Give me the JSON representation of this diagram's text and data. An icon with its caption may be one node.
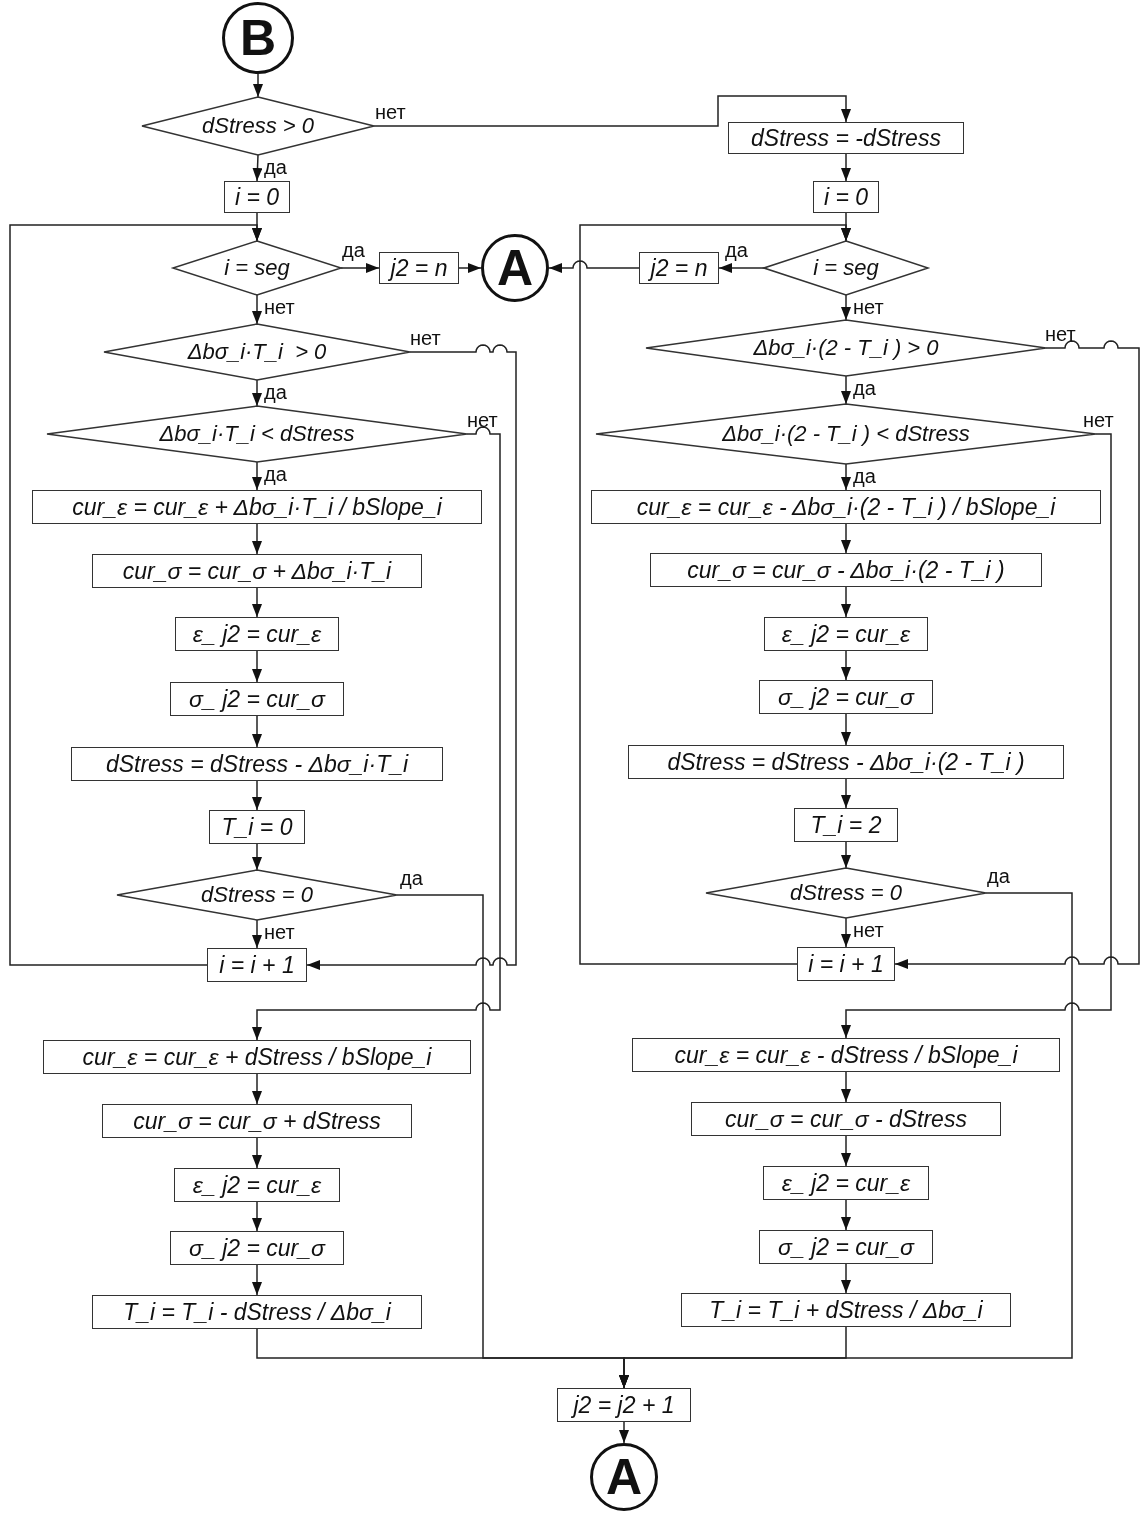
{
  "diagram": {
    "nodes": [
      {
        "text": [
          "B"
        ]
      },
      {
        "text": [
          "dStress > 0"
        ]
      },
      {
        "text": [
          "dStress = -dStress"
        ]
      },
      {
        "text": [
          "i = 0"
        ]
      },
      {
        "text": [
          "i = 0"
        ]
      },
      {
        "text": [
          "i = seg"
        ]
      },
      {
        "text": [
          "j2 = n"
        ]
      },
      {
        "text": [
          "A"
        ]
      },
      {
        "text": [
          "j2 = n"
        ]
      },
      {
        "text": [
          "i = seg"
        ]
      },
      {
        "text": [
          "Δbσ_i·T_i  > 0"
        ]
      },
      {
        "text": [
          "Δbσ_i·(2 - T_i ) > 0"
        ]
      },
      {
        "text": [
          "Δbσ_i·T_i < dStress"
        ]
      },
      {
        "text": [
          "Δbσ_i·(2 - T_i ) < dStress"
        ]
      },
      {
        "text": [
          "cur_ε = cur_ε + Δbσ_i·T_i / bSlope_i"
        ]
      },
      {
        "text": [
          "cur_ε = cur_ε - Δbσ_i·(2 - T_i ) / bSlope_i"
        ]
      },
      {
        "text": [
          "cur_σ = cur_σ + Δbσ_i·T_i"
        ]
      },
      {
        "text": [
          "cur_σ = cur_σ - Δbσ_i·(2 - T_i )"
        ]
      },
      {
        "text": [
          "ε_ j2 = cur_ε"
        ]
      },
      {
        "text": [
          "ε_ j2 = cur_ε"
        ]
      },
      {
        "text": [
          "σ_ j2 = cur_σ"
        ]
      },
      {
        "text": [
          "σ_ j2 = cur_σ"
        ]
      },
      {
        "text": [
          "dStress = dStress - Δbσ_i·T_i"
        ]
      },
      {
        "text": [
          "dStress = dStress - Δbσ_i·(2 - T_i )"
        ]
      },
      {
        "text": [
          "T_i = 0"
        ]
      },
      {
        "text": [
          "T_i = 2"
        ]
      },
      {
        "text": [
          "dStress = 0"
        ]
      },
      {
        "text": [
          "dStress = 0"
        ]
      },
      {
        "text": [
          "i = i + 1"
        ]
      },
      {
        "text": [
          "i = i + 1"
        ]
      },
      {
        "text": [
          "cur_ε = cur_ε + dStress / bSlope_i"
        ]
      },
      {
        "text": [
          "cur_ε = cur_ε - dStress / bSlope_i"
        ]
      },
      {
        "text": [
          "cur_σ = cur_σ + dStress"
        ]
      },
      {
        "text": [
          "cur_σ = cur_σ - dStress"
        ]
      },
      {
        "text": [
          "ε_ j2 = cur_ε"
        ]
      },
      {
        "text": [
          "ε_ j2 = cur_ε"
        ]
      },
      {
        "text": [
          "σ_ j2 = cur_σ"
        ]
      },
      {
        "text": [
          "σ_ j2 = cur_σ"
        ]
      },
      {
        "text": [
          "T_i = T_i - dStress / Δbσ_i"
        ]
      },
      {
        "text": [
          "T_i = T_i + dStress / Δbσ_i"
        ]
      },
      {
        "text": [
          "j2 = j2 + 1"
        ]
      },
      {
        "text": [
          "A"
        ]
      }
    ],
    "edges": [
      {
        "from": 0,
        "to": 1,
        "arrow": "to"
      },
      {
        "from": 1,
        "to": 3,
        "arrow": "to",
        "label": "да"
      },
      {
        "from": 1,
        "to": 2,
        "arrow": "to",
        "label": "нет"
      },
      {
        "from": 2,
        "to": 4,
        "arrow": "to"
      },
      {
        "from": 3,
        "to": 5,
        "arrow": "to"
      },
      {
        "from": 5,
        "to": 6,
        "arrow": "to",
        "label": "да"
      },
      {
        "from": 6,
        "to": 7,
        "arrow": "to"
      },
      {
        "from": 5,
        "to": 10,
        "arrow": "to",
        "label": "нет"
      },
      {
        "from": 4,
        "to": 9,
        "arrow": "to"
      },
      {
        "from": 9,
        "to": 8,
        "arrow": "to",
        "label": "да"
      },
      {
        "from": 8,
        "to": 7,
        "arrow": "to"
      },
      {
        "from": 9,
        "to": 11,
        "arrow": "to",
        "label": "нет"
      },
      {
        "from": 10,
        "to": 12,
        "arrow": "to",
        "label": "да"
      },
      {
        "from": 10,
        "to": 28,
        "arrow": "to",
        "label": "нет"
      },
      {
        "from": 12,
        "to": 14,
        "arrow": "to",
        "label": "да"
      },
      {
        "from": 12,
        "to": 30,
        "arrow": "to",
        "label": "нет"
      },
      {
        "from": 14,
        "to": 16,
        "arrow": "to"
      },
      {
        "from": 16,
        "to": 18,
        "arrow": "to"
      },
      {
        "from": 18,
        "to": 20,
        "arrow": "to"
      },
      {
        "from": 20,
        "to": 22,
        "arrow": "to"
      },
      {
        "from": 22,
        "to": 24,
        "arrow": "to"
      },
      {
        "from": 24,
        "to": 26,
        "arrow": "to"
      },
      {
        "from": 26,
        "to": 28,
        "arrow": "to",
        "label": "нет"
      },
      {
        "from": 26,
        "to": 40,
        "arrow": "to",
        "label": "да"
      },
      {
        "from": 28,
        "to": 5,
        "arrow": "to"
      },
      {
        "from": 30,
        "to": 32,
        "arrow": "to"
      },
      {
        "from": 32,
        "to": 34,
        "arrow": "to"
      },
      {
        "from": 34,
        "to": 36,
        "arrow": "to"
      },
      {
        "from": 36,
        "to": 38,
        "arrow": "to"
      },
      {
        "from": 38,
        "to": 40,
        "arrow": "to"
      },
      {
        "from": 11,
        "to": 13,
        "arrow": "to",
        "label": "да"
      },
      {
        "from": 11,
        "to": 29,
        "arrow": "to",
        "label": "нет"
      },
      {
        "from": 13,
        "to": 15,
        "arrow": "to",
        "label": "да"
      },
      {
        "from": 13,
        "to": 31,
        "arrow": "to",
        "label": "нет"
      },
      {
        "from": 15,
        "to": 17,
        "arrow": "to"
      },
      {
        "from": 17,
        "to": 19,
        "arrow": "to"
      },
      {
        "from": 19,
        "to": 21,
        "arrow": "to"
      },
      {
        "from": 21,
        "to": 23,
        "arrow": "to"
      },
      {
        "from": 23,
        "to": 25,
        "arrow": "to"
      },
      {
        "from": 25,
        "to": 27,
        "arrow": "to"
      },
      {
        "from": 27,
        "to": 29,
        "arrow": "to",
        "label": "нет"
      },
      {
        "from": 27,
        "to": 40,
        "arrow": "to",
        "label": "да"
      },
      {
        "from": 29,
        "to": 9,
        "arrow": "to"
      },
      {
        "from": 31,
        "to": 33,
        "arrow": "to"
      },
      {
        "from": 33,
        "to": 35,
        "arrow": "to"
      },
      {
        "from": 35,
        "to": 37,
        "arrow": "to"
      },
      {
        "from": 37,
        "to": 39,
        "arrow": "to"
      },
      {
        "from": 39,
        "to": 40,
        "arrow": "to"
      },
      {
        "from": 40,
        "to": 41,
        "arrow": "to"
      }
    ]
  }
}
